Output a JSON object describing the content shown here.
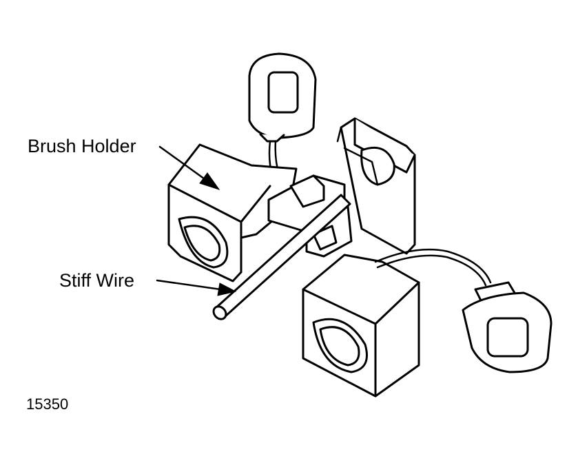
{
  "labels": {
    "brush_holder": "Brush Holder",
    "stiff_wire": "Stiff Wire",
    "figure_number": "15350"
  },
  "colors": {
    "ink": "#000000",
    "paper": "#ffffff"
  }
}
